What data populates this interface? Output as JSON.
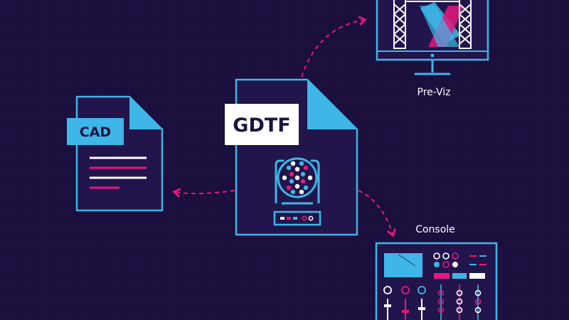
{
  "labels": {
    "gdtf": "GDTF",
    "cad": "CAD",
    "previz": "Pre-Viz",
    "console": "Console"
  },
  "colors": {
    "background": "#1b0f3e",
    "panel": "#22154c",
    "cyan": "#3fb6e8",
    "magenta": "#e5187e",
    "white": "#ffffff",
    "text_dark": "#1b1440"
  },
  "icons": {
    "fixture": "moving-head-light-icon",
    "monitor": "stage-monitor-icon",
    "console": "lighting-console-icon"
  }
}
